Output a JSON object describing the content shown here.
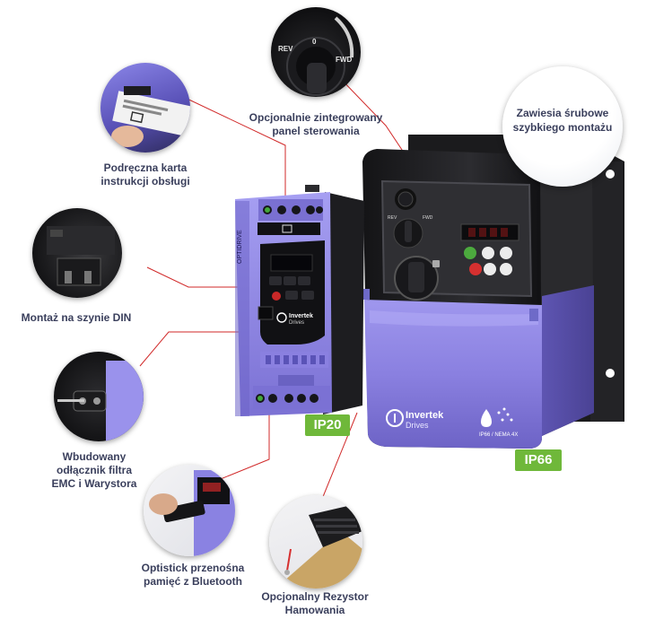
{
  "colors": {
    "leader_line": "#d12a2a",
    "label_text": "#3a3f5c",
    "badge_green": "#6fb83a",
    "drive_purple": "#8c82e0",
    "drive_black": "#1f1f22"
  },
  "callouts": {
    "panel": "Opcjonalnie zintegrowany\npanel sterowania",
    "card": "Podręczna karta\ninstrukcji obsługi",
    "din": "Montaż na szynie DIN",
    "emc": "Wbudowany\nodłącznik filtra\nEMC i Warystora",
    "optistick": "Optistick przenośna\npamięć z Bluetooth",
    "resistor": "Opcjonalny Rezystor\nHamowania",
    "screws": "Zawiesia śrubowe\nszybkiego montażu"
  },
  "badges": {
    "small": "IP20",
    "large": "IP66"
  },
  "panel_dial": {
    "rev": "REV",
    "zero": "0",
    "fwd": "FWD"
  },
  "branding": {
    "name": "Invertek",
    "sub": "Drives",
    "model": "OPTIDRIVE",
    "rating": "IP66 / NEMA 4X"
  },
  "icons": {
    "display": "seven-segment-display-icon",
    "start": "start-button-icon",
    "stop": "stop-button-icon",
    "up": "up-arrow-icon",
    "down": "down-arrow-icon",
    "lock": "lock-icon",
    "book": "manual-book-icon",
    "water": "water-drop-icon"
  }
}
